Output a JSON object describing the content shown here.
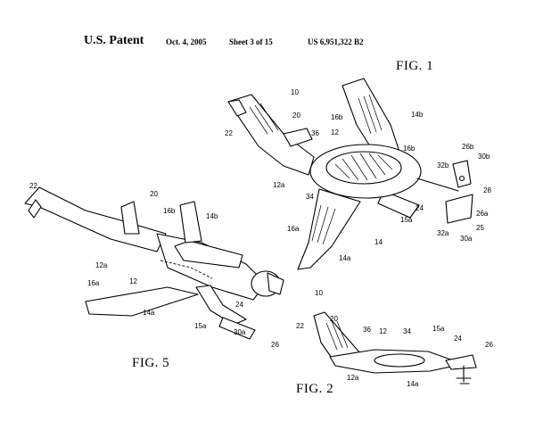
{
  "header": {
    "patent": "U.S. Patent",
    "date": "Oct. 4, 2005",
    "sheet": "Sheet 3 of 15",
    "number": "US 6,951,322 B2"
  },
  "figures": {
    "fig1": "FIG. 1",
    "fig2": "FIG. 2",
    "fig5": "FIG. 5"
  },
  "fig1_refs": [
    "10",
    "20",
    "22",
    "16b",
    "14b",
    "12",
    "36",
    "16b",
    "26b",
    "30b",
    "32b",
    "28",
    "12a",
    "34",
    "24",
    "26a",
    "16a",
    "15a",
    "32a",
    "25",
    "30a",
    "14",
    "14a"
  ],
  "fig2_refs": [
    "10",
    "20",
    "22",
    "36",
    "12",
    "34",
    "15a",
    "24",
    "26",
    "12a",
    "14a"
  ],
  "fig5_refs": [
    "22",
    "20",
    "16b",
    "14b",
    "12a",
    "12",
    "16a",
    "24",
    "14a",
    "15a",
    "30a",
    "26"
  ]
}
